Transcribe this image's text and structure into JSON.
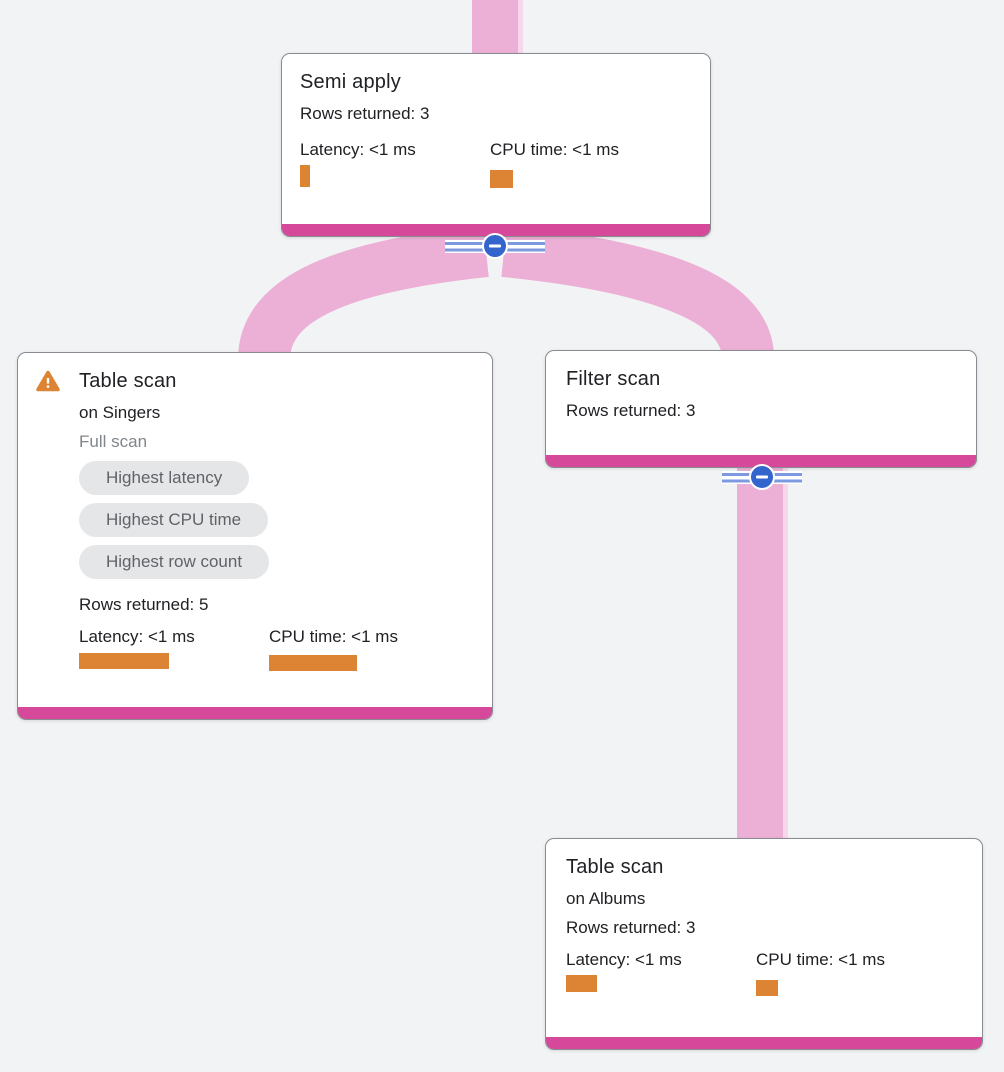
{
  "view": {
    "name": "query-execution-plan-graph"
  },
  "colors": {
    "background": "#f1f3f4",
    "card_accent_pink": "#d5489a",
    "edge_pink": "#ecafd6",
    "edge_pink_light": "#f6d7eb",
    "metric_bar_orange": "#dd8434",
    "warning_orange": "#dd8434",
    "collapse_blue": "#3365cd",
    "stripe_blue": "#7d9ae0",
    "badge_bg": "#e5e6e8",
    "badge_text": "#5f6368",
    "muted_text": "#80868b"
  },
  "icons": {
    "warning": "warning-triangle",
    "collapse": "minus-circle"
  },
  "nodes": [
    {
      "id": "semi-apply",
      "title": "Semi apply",
      "rows_returned": "Rows returned: 3",
      "latency_label": "Latency: <1 ms",
      "cpu_label": "CPU time: <1 ms"
    },
    {
      "id": "table-scan-singers",
      "title": "Table scan",
      "subtitle": "on Singers",
      "scan_type": "Full scan",
      "has_warning": true,
      "badges": [
        "Highest latency",
        "Highest CPU time",
        "Highest row count"
      ],
      "rows_returned": "Rows returned: 5",
      "latency_label": "Latency: <1 ms",
      "cpu_label": "CPU time: <1 ms"
    },
    {
      "id": "filter-scan",
      "title": "Filter scan",
      "rows_returned": "Rows returned: 3"
    },
    {
      "id": "table-scan-albums",
      "title": "Table scan",
      "subtitle": "on Albums",
      "rows_returned": "Rows returned: 3",
      "latency_label": "Latency: <1 ms",
      "cpu_label": "CPU time: <1 ms"
    }
  ]
}
